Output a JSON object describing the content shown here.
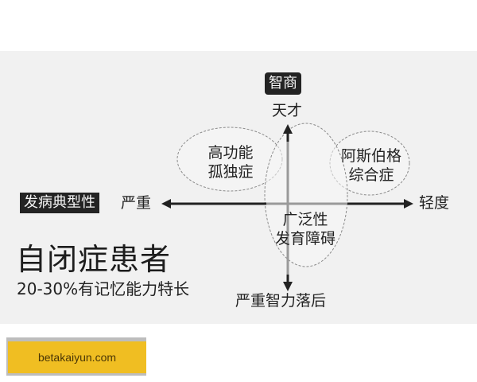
{
  "diagram": {
    "y_axis": {
      "title": "智商",
      "top_label": "天才",
      "bottom_label": "严重智力落后"
    },
    "x_axis": {
      "title": "发病典型性",
      "left_label": "严重",
      "right_label": "轻度"
    },
    "regions": [
      {
        "name": "high-functioning-autism",
        "lines": [
          "高功能",
          "孤独症"
        ]
      },
      {
        "name": "asperger-syndrome",
        "lines": [
          "阿斯伯格",
          "综合症"
        ]
      },
      {
        "name": "pervasive-developmental-disorder",
        "lines": [
          "广泛性",
          "发育障碍"
        ]
      }
    ],
    "headline": "自闭症患者",
    "subheadline": "20-30%有记忆能力特长",
    "colors": {
      "background": "#f1f1f1",
      "tag_bg": "#232323",
      "axis": "#222222",
      "axis_inner": "#9a9a9a",
      "ellipse_stroke": "#8a8a8a"
    }
  },
  "watermark": {
    "text": "betakaiyun.com",
    "bg": "#f0be22"
  }
}
